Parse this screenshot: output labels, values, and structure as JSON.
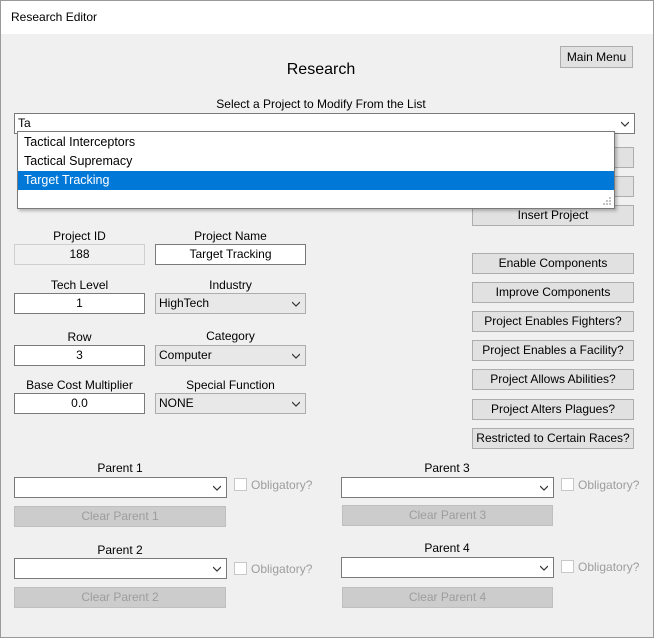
{
  "window": {
    "title": "Research Editor"
  },
  "header": {
    "main_menu_label": "Main Menu",
    "heading": "Research",
    "select_prompt": "Select a Project to Modify From the List",
    "search_value": "Ta"
  },
  "dropdown": {
    "items": [
      "Tactical Interceptors",
      "Tactical Supremacy",
      "Target Tracking"
    ],
    "selected_index": 2
  },
  "right_buttons": {
    "insert_project": "Insert Project",
    "enable_components": "Enable Components",
    "improve_components": "Improve Components",
    "enables_fighters": "Project Enables Fighters?",
    "enables_facility": "Project Enables a Facility?",
    "allows_abilities": "Project Allows Abilities?",
    "alters_plagues": "Project Alters Plagues?",
    "restricted_races": "Restricted to Certain Races?"
  },
  "fields": {
    "project_id_label": "Project ID",
    "project_id": "188",
    "project_name_label": "Project Name",
    "project_name": "Target Tracking",
    "tech_level_label": "Tech Level",
    "tech_level": "1",
    "industry_label": "Industry",
    "industry": "HighTech",
    "row_label": "Row",
    "row": "3",
    "category_label": "Category",
    "category": "Computer",
    "base_cost_label": "Base Cost Multiplier",
    "base_cost": "0.0",
    "special_function_label": "Special Function",
    "special_function": "NONE"
  },
  "parents": {
    "obligatory_label": "Obligatory?",
    "p1_label": "Parent 1",
    "p1_clear": "Clear Parent 1",
    "p2_label": "Parent 2",
    "p2_clear": "Clear Parent 2",
    "p3_label": "Parent 3",
    "p3_clear": "Clear Parent 3",
    "p4_label": "Parent 4",
    "p4_clear": "Clear Parent 4"
  },
  "colors": {
    "selection": "#0078d7",
    "window_bg": "#f0f0f0"
  }
}
